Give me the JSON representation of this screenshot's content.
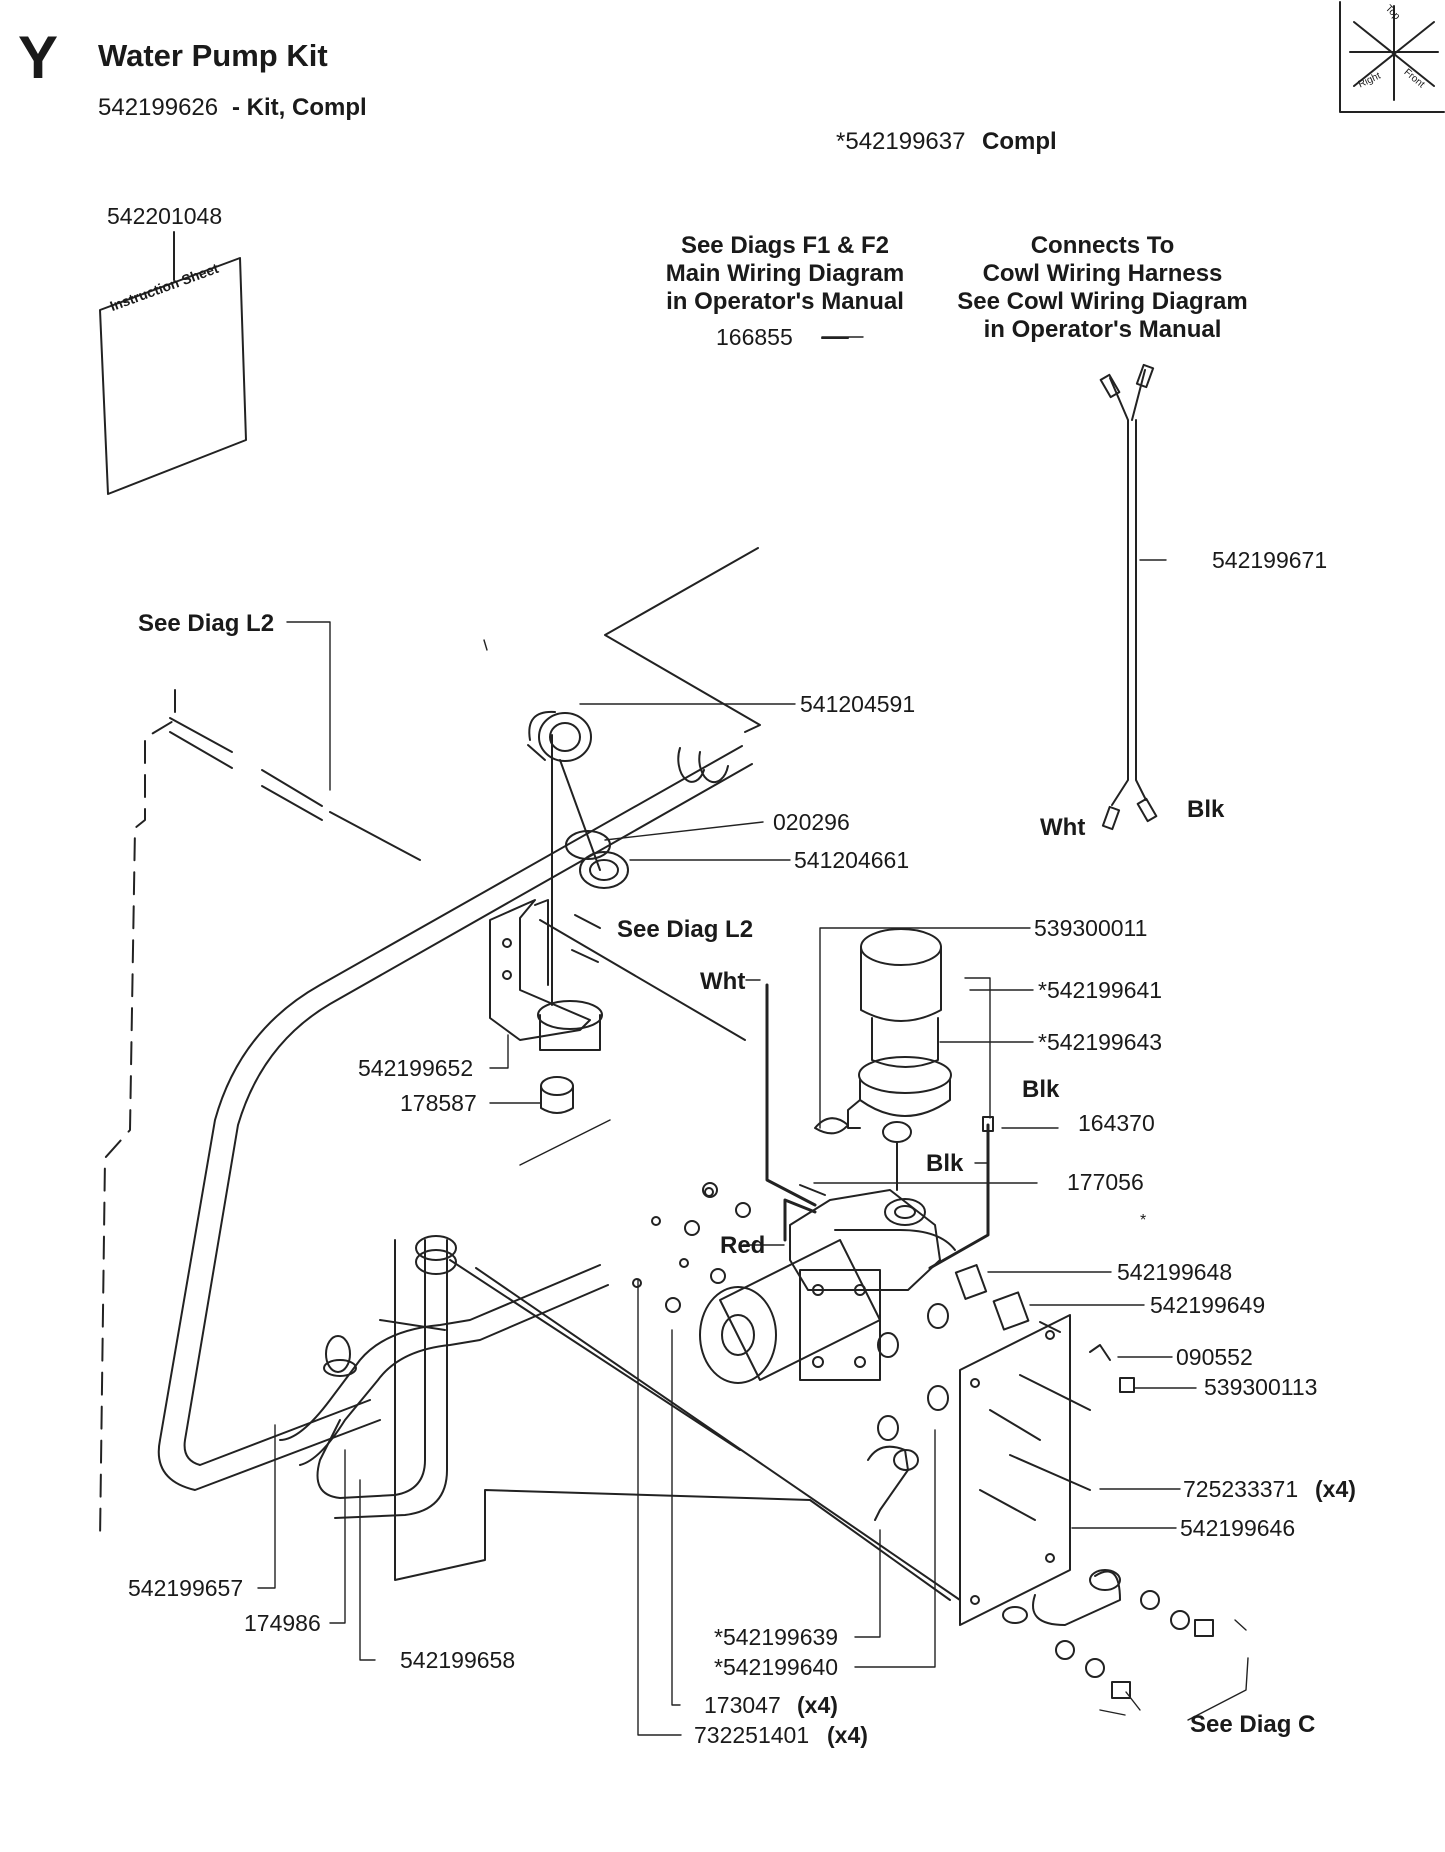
{
  "header": {
    "section_letter": "Y",
    "title": "Water Pump Kit",
    "kit_number": "542199626",
    "kit_desc": "- Kit, Compl",
    "compl_number": "*542199637",
    "compl_desc": "Compl"
  },
  "orientation": {
    "top": "Top",
    "right": "Right",
    "front": "Front"
  },
  "sheet": {
    "label": "Instruction Sheet"
  },
  "notes": {
    "wiring": [
      "See Diags F1 & F2",
      "Main Wiring Diagram",
      "in Operator's Manual"
    ],
    "cowl": [
      "Connects To",
      "Cowl Wiring Harness",
      "See Cowl Wiring Diagram",
      "in Operator's Manual"
    ]
  },
  "refs": {
    "l2_left": "See Diag L2",
    "l2_mid": "See Diag L2",
    "c": "See Diag C"
  },
  "wires": {
    "wht_right": "Wht",
    "blk_right": "Blk",
    "wht_left": "Wht",
    "blk_top": "Blk",
    "blk_mid": "Blk",
    "red": "Red"
  },
  "parts": {
    "p542201048": "542201048",
    "p166855": "166855",
    "p542199671": "542199671",
    "p541204591": "541204591",
    "p020296": "020296",
    "p541204661": "541204661",
    "p539300011": "539300011",
    "p542199641": "*542199641",
    "p542199643": "*542199643",
    "p164370": "164370",
    "p177056": "177056",
    "p542199652": "542199652",
    "p178587": "178587",
    "p542199648": "542199648",
    "p542199649": "542199649",
    "p090552": "090552",
    "p539300113": "539300113",
    "p725233371": "725233371",
    "p542199646": "542199646",
    "p542199657": "542199657",
    "p174986": "174986",
    "p542199658": "542199658",
    "p542199639": "*542199639",
    "p542199640": "*542199640",
    "p173047": "173047",
    "p732251401": "732251401"
  },
  "qty": {
    "x4": "(x4)"
  },
  "misc": {
    "asterisk": "*"
  }
}
